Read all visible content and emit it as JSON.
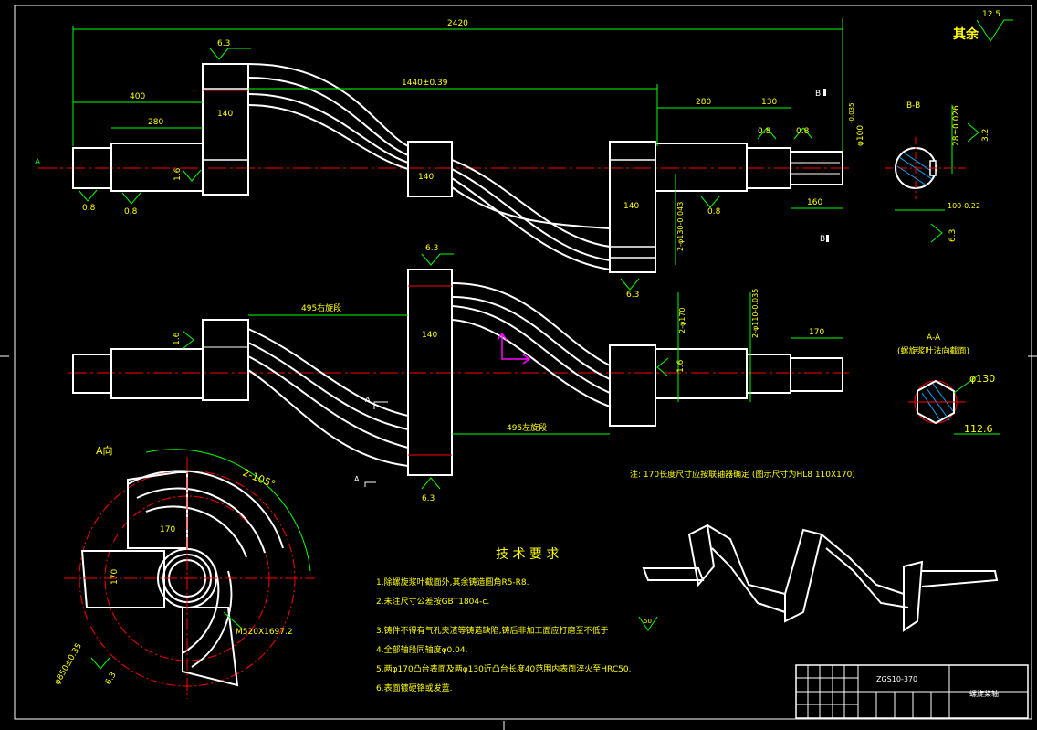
{
  "dims": {
    "total_length": "2420",
    "len_400": "400",
    "len_280_left": "280",
    "len_140_left": "140",
    "span_1440": "1440±0.39",
    "len_280_right": "280",
    "len_130": "130",
    "len_140_center": "140",
    "len_140_right": "140",
    "len_160": "160",
    "dia_100_top": "φ100",
    "dia_100_tol": "-0.035",
    "dia_130": "2-φ130-0.043",
    "keyway_depth": "28±0.026",
    "dia_100_bottom": "100-0.22",
    "len_495_right": "495右旋段",
    "len_495_left": "495左旋段",
    "len_140_lower": "140",
    "dia_170": "2-φ170",
    "dia_110": "2-φ110-0.035",
    "len_170": "170",
    "radius_130": "φ130",
    "flat_112": "112.6",
    "dia_850": "φ850±0.35",
    "pitch": "M520X1697.2",
    "angle": "2-105°",
    "dim_170_a": "170",
    "dim_170_b": "170"
  },
  "roughness": {
    "r125": "12.5",
    "r63": "6.3",
    "r08": "0.8",
    "r16": "1.6",
    "r32": "3.2",
    "r50": "50"
  },
  "labels": {
    "rest": "其余",
    "section_bb": "B-B",
    "b_mark": "B",
    "a_mark": "A",
    "section_aa": "A-A",
    "section_aa_note": "(螺旋浆叶法向截面)",
    "view_a": "A向",
    "note": "注: 170长度尺寸应按联轴器确定 (图示尺寸为HL8 110X170)"
  },
  "tech": {
    "title": "技 术 要 求",
    "items": [
      "1.除螺旋浆叶截面外,其余铸造圆角R5-R8.",
      "2.未注尺寸公差按GBT1804-c.",
      "3.铸件不得有气孔夹渣等铸造缺陷,铸后非加工面应打磨至不低于",
      "4.全部轴段同轴度φ0.04.",
      "5.两φ170凸台表面及两φ130近凸台长度40范围内表面淬火至HRC50.",
      "6.表面镀硬铬或发蓝."
    ]
  },
  "titleblock": {
    "code": "ZGS10-370",
    "name": "螺旋桨轴"
  },
  "colors": {
    "line": "#ffffff",
    "dim": "#00ff00",
    "center": "#ff0000",
    "text": "#ffff00",
    "accent": "#ff00ff"
  }
}
